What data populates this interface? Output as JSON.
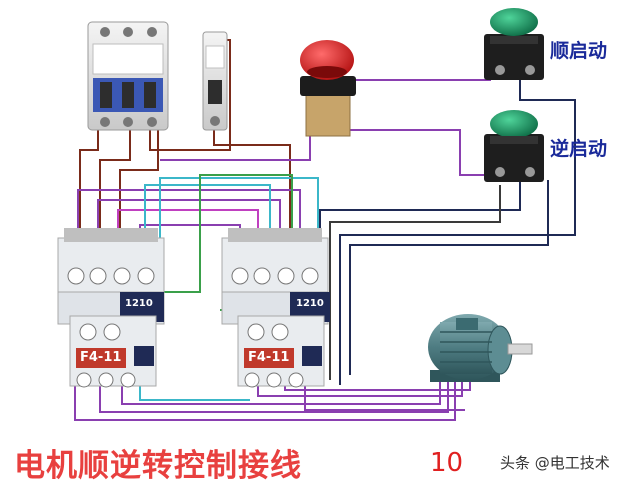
{
  "title": "电机顺逆转控制接线",
  "page_number": "10",
  "watermark": "头条 @电工技术",
  "buttons": {
    "forward_label": "顺启动",
    "reverse_label": "逆启动"
  },
  "contactors": [
    {
      "code": "1210",
      "relay_label": "F4-11"
    },
    {
      "code": "1210",
      "relay_label": "F4-11"
    }
  ],
  "colors": {
    "title": "#e8403f",
    "button_label": "#1a2a9a",
    "contactor_body": "#e9ecef",
    "contactor_dark": "#1f2a55",
    "wire_purple": "#8a3fb0",
    "wire_brown": "#7a2b1a",
    "wire_green": "#3aa04a",
    "wire_cyan": "#3bb7c9",
    "wire_violet": "#c040c0"
  },
  "icons": [
    "breaker-icon",
    "stop-button-icon",
    "start-button-icon",
    "contactor-icon",
    "thermal-relay-icon",
    "motor-icon"
  ]
}
